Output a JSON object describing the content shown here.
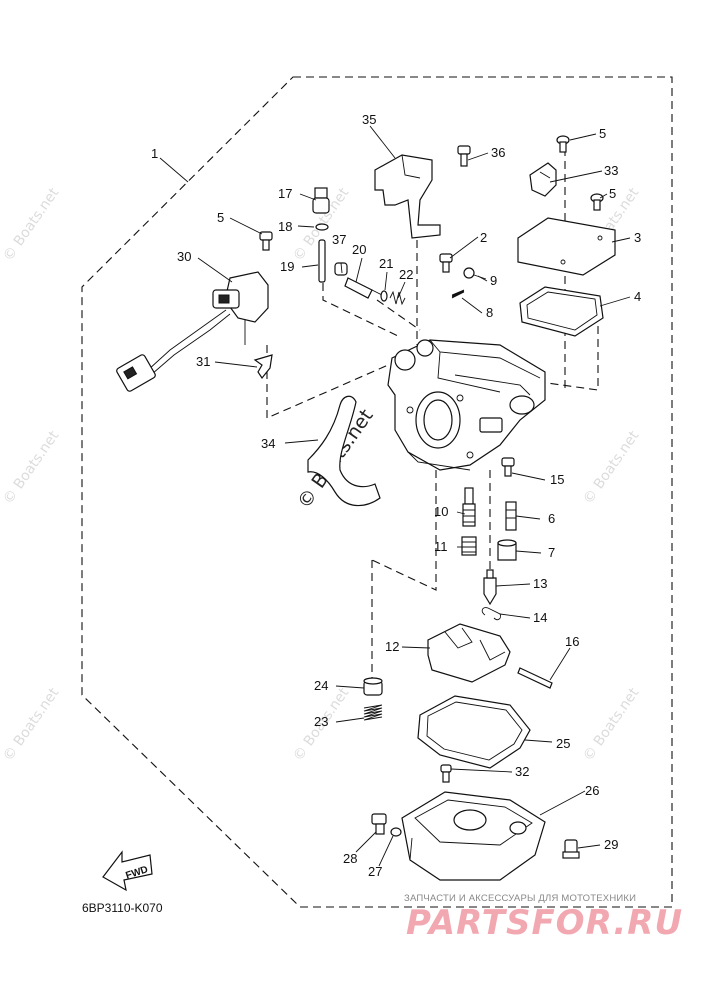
{
  "diagram": {
    "code": "6BP3110-K070",
    "fwd_label": "FWD",
    "watermark": "© Boats.net",
    "parts": [
      {
        "label": "1"
      },
      {
        "label": "2"
      },
      {
        "label": "3"
      },
      {
        "label": "4"
      },
      {
        "label": "5"
      },
      {
        "label": "5"
      },
      {
        "label": "5"
      },
      {
        "label": "6"
      },
      {
        "label": "7"
      },
      {
        "label": "8"
      },
      {
        "label": "9"
      },
      {
        "label": "10"
      },
      {
        "label": "11"
      },
      {
        "label": "12"
      },
      {
        "label": "13"
      },
      {
        "label": "14"
      },
      {
        "label": "15"
      },
      {
        "label": "16"
      },
      {
        "label": "17"
      },
      {
        "label": "18"
      },
      {
        "label": "19"
      },
      {
        "label": "20"
      },
      {
        "label": "21"
      },
      {
        "label": "22"
      },
      {
        "label": "23"
      },
      {
        "label": "24"
      },
      {
        "label": "25"
      },
      {
        "label": "26"
      },
      {
        "label": "27"
      },
      {
        "label": "28"
      },
      {
        "label": "29"
      },
      {
        "label": "30"
      },
      {
        "label": "31"
      },
      {
        "label": "32"
      },
      {
        "label": "33"
      },
      {
        "label": "34"
      },
      {
        "label": "35"
      },
      {
        "label": "36"
      },
      {
        "label": "37"
      }
    ]
  },
  "shop": {
    "tagline": "ЗАПЧАСТИ И АКСЕССУАРЫ ДЛЯ МОТОТЕХНИКИ",
    "logo": "PARTSFOR.RU"
  }
}
